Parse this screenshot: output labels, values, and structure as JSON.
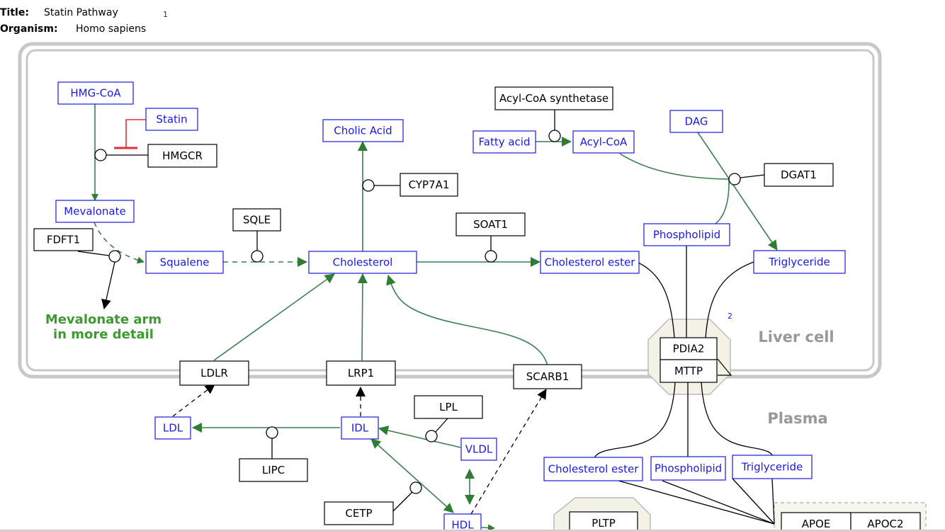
{
  "header": {
    "title_label": "Title:",
    "title_value": "Statin Pathway",
    "title_citation": "1",
    "organism_label": "Organism:",
    "organism_value": "Homo sapiens"
  },
  "compartments": {
    "liver_cell": "Liver cell",
    "plasma": "Plasma",
    "liver_citation": "2"
  },
  "annotations": {
    "mevalonate_arm_line1": "Mevalonate arm",
    "mevalonate_arm_line2": "in more detail"
  },
  "metabolites": {
    "hmg_coa": "HMG-CoA",
    "statin": "Statin",
    "mevalonate": "Mevalonate",
    "squalene": "Squalene",
    "cholic_acid": "Cholic Acid",
    "cholesterol": "Cholesterol",
    "fatty_acid": "Fatty acid",
    "acyl_coa": "Acyl-CoA",
    "dag": "DAG",
    "cholesterol_ester_liver": "Cholesterol ester",
    "phospholipid_liver": "Phospholipid",
    "triglyceride_liver": "Triglyceride",
    "ldl": "LDL",
    "idl": "IDL",
    "vldl": "VLDL",
    "hdl": "HDL",
    "cholesterol_ester_plasma": "Cholesterol ester",
    "phospholipid_plasma": "Phospholipid",
    "triglyceride_plasma": "Triglyceride"
  },
  "genes": {
    "hmgcr": "HMGCR",
    "fdft1": "FDFT1",
    "sqle": "SQLE",
    "cyp7a1": "CYP7A1",
    "soat1": "SOAT1",
    "acyl_coa_synthetase": "Acyl-CoA synthetase",
    "dgat1": "DGAT1",
    "pdia2": "PDIA2",
    "mttp": "MTTP",
    "ldlr": "LDLR",
    "lrp1": "LRP1",
    "scarb1": "SCARB1",
    "lpl": "LPL",
    "lipc": "LIPC",
    "cetp": "CETP",
    "pltp": "PLTP",
    "apoe": "APOE",
    "apoc2": "APOC2"
  },
  "colors": {
    "metabolite": "#1a1adc",
    "gene": "#000000",
    "conversion": "#3a7f4f",
    "inhibition": "#e03030",
    "label_green": "#3c9a2e",
    "compartment_label": "#999999"
  }
}
